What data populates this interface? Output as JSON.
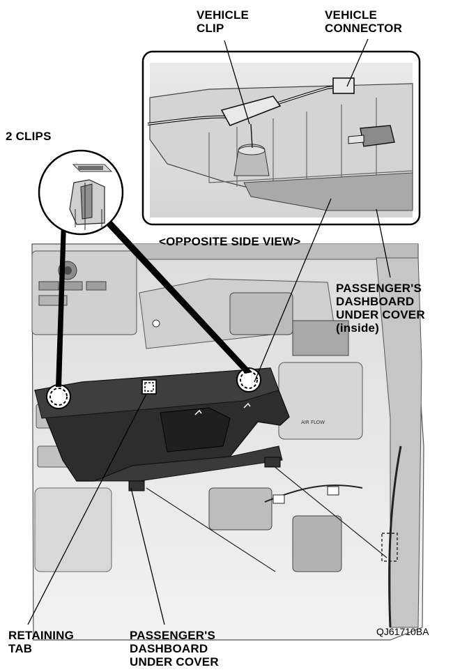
{
  "labels": {
    "vehicle_clip": "VEHICLE\nCLIP",
    "vehicle_connector": "VEHICLE\nCONNECTOR",
    "two_clips": "2 CLIPS",
    "opposite_side_view": "<OPPOSITE SIDE VIEW>",
    "cover_inside": "PASSENGER'S\nDASHBOARD\nUNDER COVER\n(inside)",
    "retaining_tab": "RETAINING\nTAB",
    "under_cover": "PASSENGER'S\nDASHBOARD\nUNDER COVER",
    "figure_code": "QJ61710BA"
  },
  "panel_text": {
    "air_flow": "AIR FLOW"
  },
  "colors": {
    "cover_dark": "#2d2d2d",
    "cover_mid": "#4a4a4a",
    "line": "#000000",
    "dash_light": "#e6e6e6",
    "dash_mid": "#c8c8c8",
    "dash_shadow": "#9a9a9a"
  }
}
